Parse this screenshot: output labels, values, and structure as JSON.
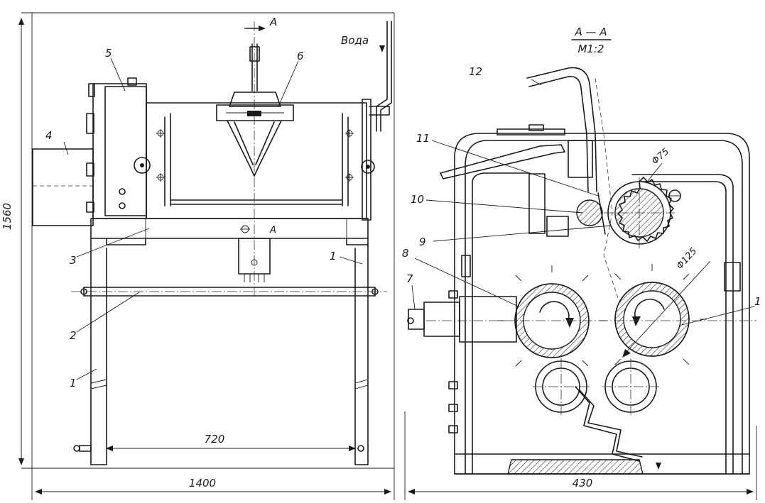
{
  "left_view": {
    "height_dim": "1560",
    "width_dim": "1400",
    "inner_dim": "720",
    "water_label": "Вода",
    "section_marker_top": "A",
    "section_marker_mid": "A",
    "callouts": [
      "1",
      "1",
      "2",
      "3",
      "4",
      "5",
      "6"
    ]
  },
  "right_view": {
    "section_title": "A — A",
    "scale": "M1:2",
    "width_dim": "430",
    "diameter_small": "Φ75",
    "diameter_large": "Φ125",
    "callouts": [
      "7",
      "8",
      "9",
      "10",
      "11",
      "12",
      "1"
    ]
  }
}
